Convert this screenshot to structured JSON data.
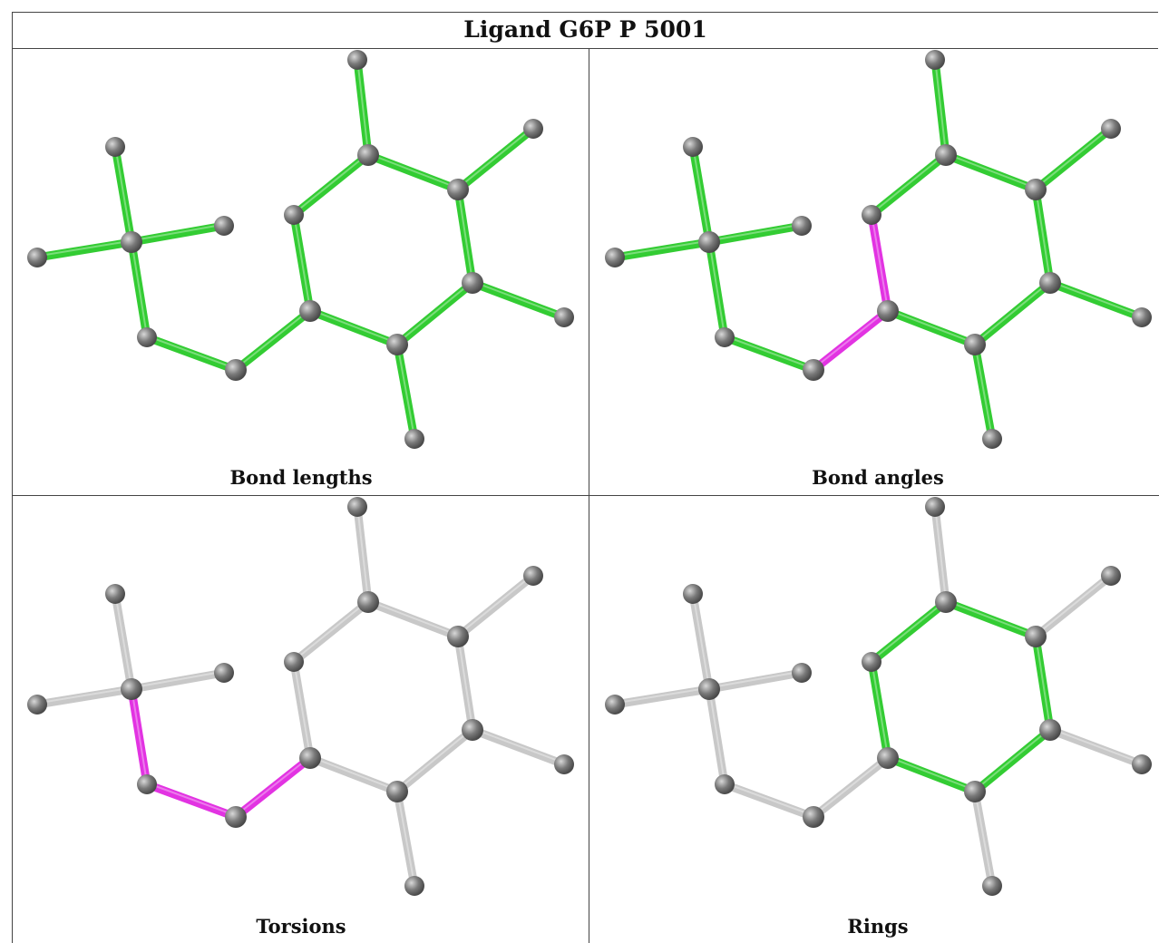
{
  "title": "Ligand G6P P 5001",
  "colors": {
    "highlight": "#33cc33",
    "outlier": "#e233e2",
    "neutral": "#c8c8c8",
    "atom": "#7a7a7a"
  },
  "panels": [
    {
      "id": "bond-lengths",
      "caption": "Bond lengths",
      "mode": "all-green"
    },
    {
      "id": "bond-angles",
      "caption": "Bond angles",
      "mode": "angles"
    },
    {
      "id": "torsions",
      "caption": "Torsions",
      "mode": "torsions"
    },
    {
      "id": "rings",
      "caption": "Rings",
      "mode": "rings"
    }
  ]
}
